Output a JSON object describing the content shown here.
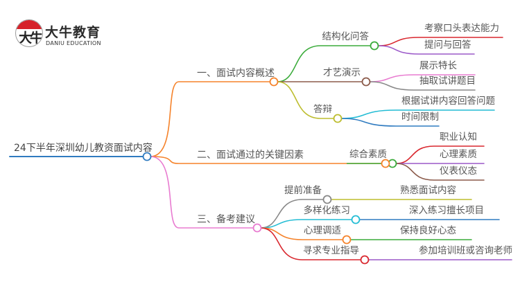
{
  "brand": {
    "logo_glyph": "大牛",
    "name": "大牛教育",
    "subtitle": "DANIU EDUCATION"
  },
  "mindmap": {
    "root": {
      "label": "24下半年深圳幼儿教资面试内容",
      "color": "#2f7bc0"
    },
    "branches": [
      {
        "label": "一、面试内容概述",
        "color": "#f5822a",
        "children": [
          {
            "label": "结构化问答",
            "color": "#3aab3a",
            "children": [
              {
                "label": "考察口头表达能力",
                "color": "#d9272e"
              },
              {
                "label": "提问与回答",
                "color": "#9b59c9"
              }
            ]
          },
          {
            "label": "才艺演示",
            "color": "#8b5a4a",
            "children": [
              {
                "label": "展示特长",
                "color": "#e87bd0"
              },
              {
                "label": "抽取试讲题目",
                "color": "#888888"
              }
            ]
          },
          {
            "label": "答辩",
            "color": "#bdbd2e",
            "children": [
              {
                "label": "根据试讲内容回答问题",
                "color": "#22bcd4"
              },
              {
                "label": "时间限制",
                "color": "#2f7bc0"
              }
            ]
          }
        ]
      },
      {
        "label": "二、面试通过的关键因素",
        "color": "#f5822a",
        "children": [
          {
            "label": "综合素质",
            "color": "#3aab3a",
            "children": [
              {
                "label": "职业认知",
                "color": "#d9272e"
              },
              {
                "label": "心理素质",
                "color": "#9b59c9"
              },
              {
                "label": "仪表仪态",
                "color": "#8b5a4a"
              }
            ]
          }
        ]
      },
      {
        "label": "三、备考建议",
        "color": "#e87bd0",
        "children": [
          {
            "label": "提前准备",
            "color": "#888888",
            "children": [
              {
                "label": "熟悉面试内容",
                "color": "#bdbd2e"
              }
            ]
          },
          {
            "label": "多样化练习",
            "color": "#22bcd4",
            "children": [
              {
                "label": "深入练习擅长项目",
                "color": "#2f7bc0"
              }
            ]
          },
          {
            "label": "心理调适",
            "color": "#f5822a",
            "children": [
              {
                "label": "保持良好心态",
                "color": "#3aab3a"
              }
            ]
          },
          {
            "label": "寻求专业指导",
            "color": "#d9272e",
            "children": [
              {
                "label": "参加培训班或咨询老师",
                "color": "#9b59c9"
              }
            ]
          }
        ]
      }
    ]
  }
}
